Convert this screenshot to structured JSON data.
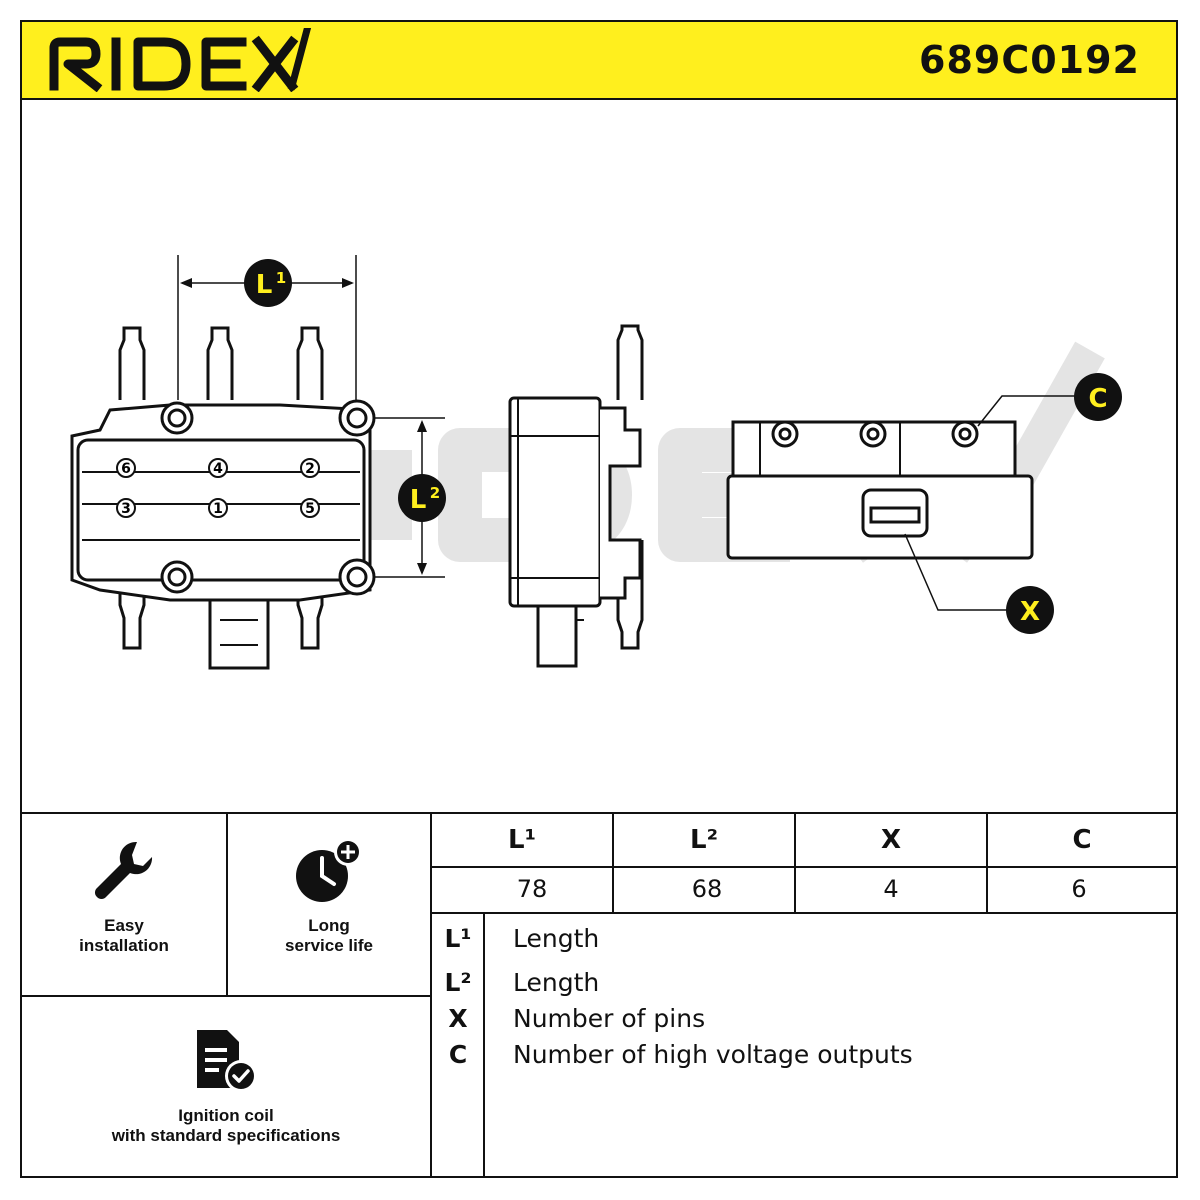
{
  "header": {
    "brand": "RIDEX",
    "part_number": "689C0192",
    "accent_color": "#ffef1e"
  },
  "diagram": {
    "watermark": "RIDEX",
    "callouts": {
      "l1": "L",
      "l1_sup": "1",
      "l2": "L",
      "l2_sup": "2",
      "x": "X",
      "c": "C"
    },
    "terminal_numbers": [
      "6",
      "4",
      "2",
      "3",
      "1",
      "5"
    ]
  },
  "features": [
    {
      "icon": "wrench-icon",
      "label_line1": "Easy",
      "label_line2": "installation"
    },
    {
      "icon": "clock-plus-icon",
      "label_line1": "Long",
      "label_line2": "service life"
    },
    {
      "icon": "document-check-icon",
      "label_line1": "Ignition coil",
      "label_line2": "with standard specifications"
    }
  ],
  "specs": {
    "headers": [
      "L¹",
      "L²",
      "X",
      "C"
    ],
    "values": [
      "78",
      "68",
      "4",
      "6"
    ]
  },
  "legend": [
    {
      "key": "L¹",
      "desc": "Length"
    },
    {
      "key": "L²",
      "desc": "Length"
    },
    {
      "key": "X",
      "desc": "Number of pins"
    },
    {
      "key": "C",
      "desc": "Number of high voltage outputs"
    }
  ]
}
